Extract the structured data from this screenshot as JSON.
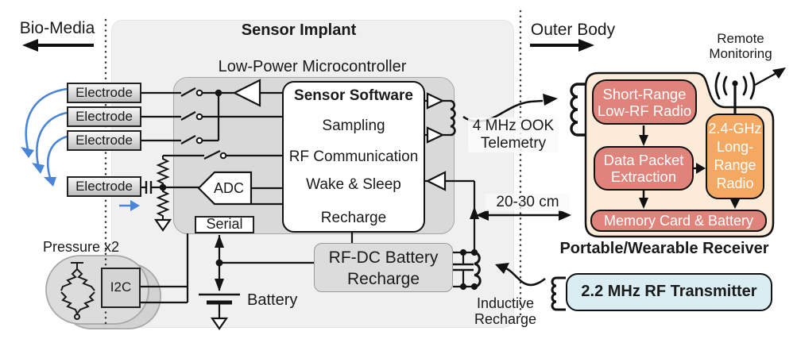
{
  "diagram": {
    "regions": {
      "bio_media": "Bio-Media",
      "sensor_implant": "Sensor Implant",
      "outer_body": "Outer Body",
      "remote_line1": "Remote",
      "remote_line2": "Monitoring"
    },
    "mcu": {
      "title": "Low-Power Microcontroller",
      "software_title": "Sensor Software",
      "functions": [
        "Sampling",
        "RF Communication",
        "Wake & Sleep",
        "Recharge"
      ],
      "adc": "ADC",
      "serial": "Serial"
    },
    "electrodes": [
      "Electrode",
      "Electrode",
      "Electrode",
      "Electrode"
    ],
    "sensors": {
      "pressure": "Pressure x2",
      "i2c": "I2C"
    },
    "power": {
      "rfdc_line1": "RF-DC Battery",
      "rfdc_line2": "Recharge",
      "battery": "Battery"
    },
    "links": {
      "telemetry_line1": "4 MHz OOK",
      "telemetry_line2": "Telemetry",
      "distance": "20-30 cm",
      "inductive_line1": "Inductive",
      "inductive_line2": "Recharge"
    },
    "receiver": {
      "caption": "Portable/Wearable Receiver",
      "short_line1": "Short-Range",
      "short_line2": "Low-RF Radio",
      "data_line1": "Data Packet",
      "data_line2": "Extraction",
      "long_lines": [
        "2.4-GHz",
        "Long-",
        "Range",
        "Radio"
      ],
      "memory": "Memory Card & Battery"
    },
    "transmitter": "2.2 MHz RF Transmitter",
    "colors": {
      "salmon": "#e0837b",
      "orange": "#f3a962",
      "peach": "#fcebd9",
      "light_blue": "#d9edf2",
      "mcu_gray": "#d9d9d9",
      "implant_gray": "#f0f0f0",
      "blue_arrow": "#4a86d8"
    }
  }
}
